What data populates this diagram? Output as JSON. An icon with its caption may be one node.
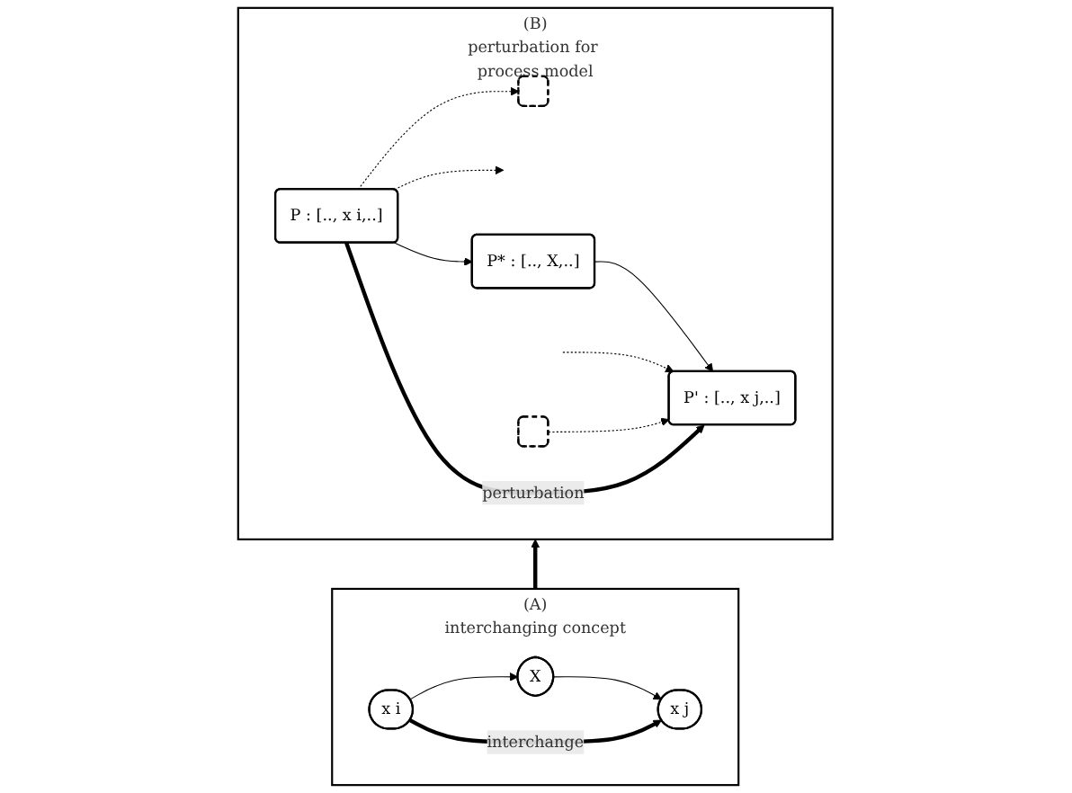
{
  "diagram": {
    "nodes": [
      {
        "text": [
          "(B)",
          "perturbation for process model"
        ]
      },
      {
        "text": [],
        "shape": "box",
        "in": 0
      },
      {
        "text": [
          "P* : [.., X,..]"
        ],
        "in": 0
      },
      {
        "text": [],
        "shape": "box",
        "in": 0
      },
      {
        "text": [
          "P : [.., x i,..]"
        ],
        "in": 0
      },
      {
        "text": [
          "P' : [.., x j,..]"
        ],
        "in": 0
      },
      {
        "text": [
          "(A)",
          "interchanging concept"
        ]
      },
      {
        "text": [
          "X"
        ],
        "in": 6
      },
      {
        "text": [
          "x i"
        ],
        "in": 6
      },
      {
        "text": [
          "x j"
        ],
        "in": 6
      }
    ],
    "edges": [
      {
        "from": 4,
        "to": 1,
        "arrow": "to",
        "style": "dashed"
      },
      {
        "from": 4,
        "to": null,
        "arrow": "to",
        "style": "dashed"
      },
      {
        "from": 4,
        "to": 2,
        "arrow": "to"
      },
      {
        "from": 2,
        "to": 5,
        "arrow": "to"
      },
      {
        "from": null,
        "to": 5,
        "arrow": "to",
        "style": "dashed"
      },
      {
        "from": 3,
        "to": 5,
        "arrow": "to",
        "style": "dashed"
      },
      {
        "from": 4,
        "to": 5,
        "arrow": "to",
        "style": "thick",
        "label": "perturbation"
      },
      {
        "from": 8,
        "to": 7,
        "arrow": "to"
      },
      {
        "from": 7,
        "to": 9,
        "arrow": "to"
      },
      {
        "from": 8,
        "to": 9,
        "arrow": "to",
        "style": "thick",
        "label": "interchange"
      },
      {
        "from": 6,
        "to": 0,
        "arrow": "to",
        "style": "thick"
      }
    ]
  }
}
